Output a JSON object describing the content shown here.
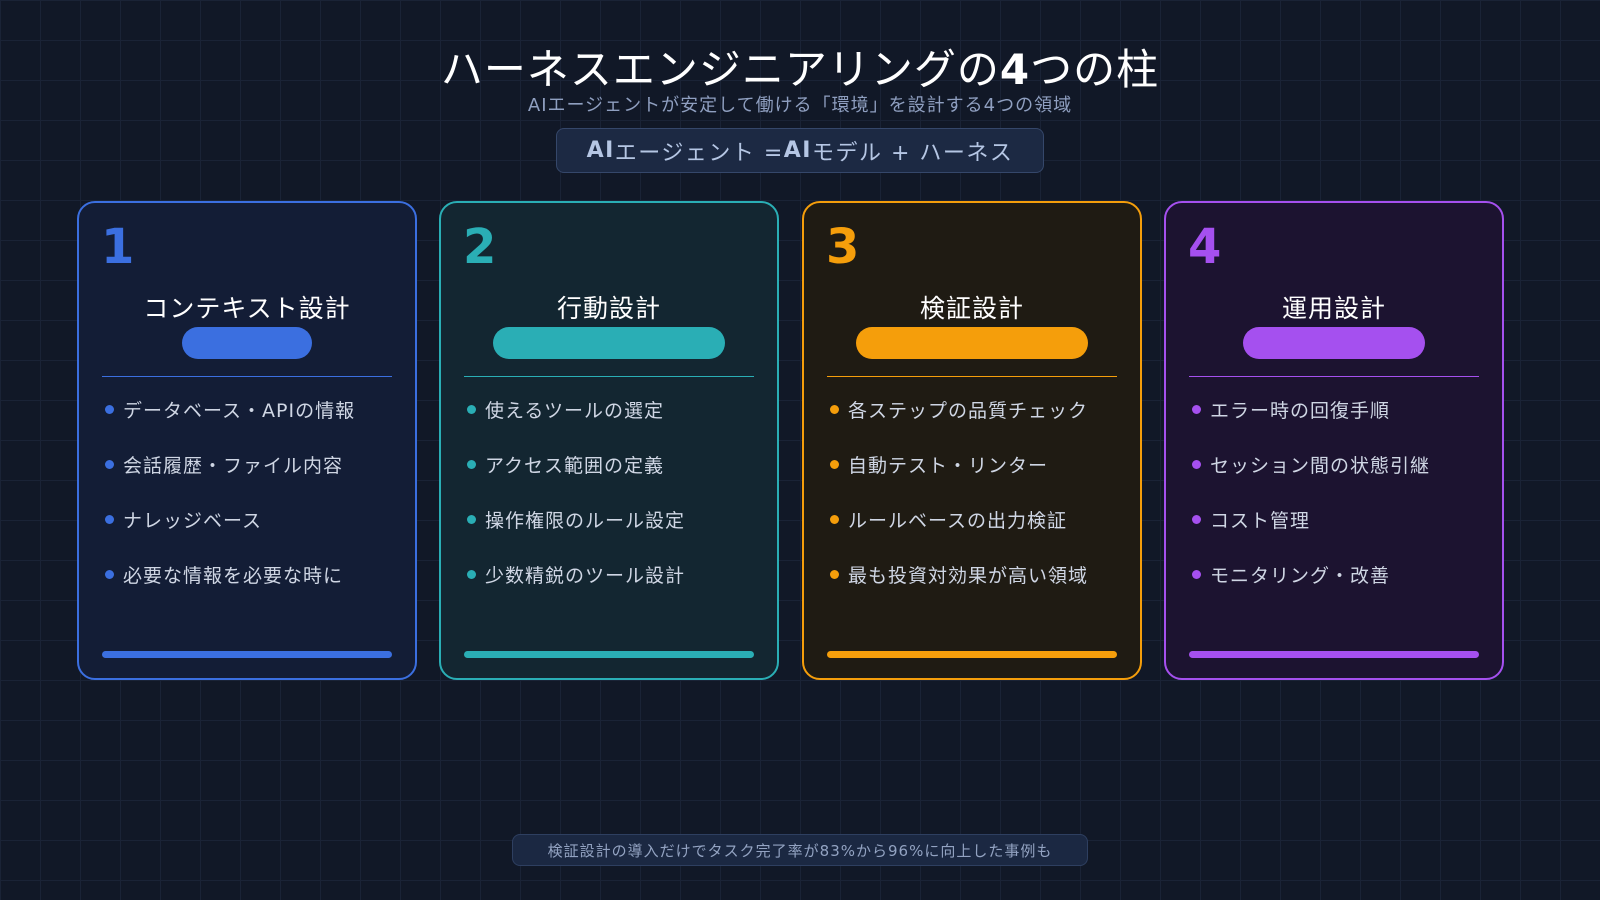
{
  "header": {
    "title_before": "ハーネスエンジニアリングの",
    "title_number": "4",
    "title_after": "つの柱",
    "subtitle": "AIエージェントが安定して働ける「環境」を設計する4つの領域",
    "formula": {
      "part1_bold": "AI",
      "part1": "エージェント = ",
      "part2_bold": "AI",
      "part2": "モデル + ハーネス"
    }
  },
  "cards": [
    {
      "number": "1",
      "name": "コンテキスト設計",
      "accent": "#3b6fe0",
      "background": "#131d36",
      "pill_width": 130,
      "items": [
        "データベース・APIの情報",
        "会話履歴・ファイル内容",
        "ナレッジベース",
        "必要な情報を必要な時に"
      ]
    },
    {
      "number": "2",
      "name": "行動設計",
      "accent": "#2aaeb5",
      "background": "#132631",
      "pill_width": 232,
      "items": [
        "使えるツールの選定",
        "アクセス範囲の定義",
        "操作権限のルール設定",
        "少数精鋭のツール設計"
      ]
    },
    {
      "number": "3",
      "name": "検証設計",
      "accent": "#f59e0b",
      "background": "#1f1b13",
      "pill_width": 232,
      "items": [
        "各ステップの品質チェック",
        "自動テスト・リンター",
        "ルールベースの出力検証",
        "最も投資対効果が高い領域"
      ]
    },
    {
      "number": "4",
      "name": "運用設計",
      "accent": "#a550ef",
      "background": "#1c1330",
      "pill_width": 182,
      "items": [
        "エラー時の回復手順",
        "セッション間の状態引継",
        "コスト管理",
        "モニタリング・改善"
      ]
    }
  ],
  "footer": {
    "note": "検証設計の導入だけでタスク完了率が83%から96%に向上した事例も"
  }
}
